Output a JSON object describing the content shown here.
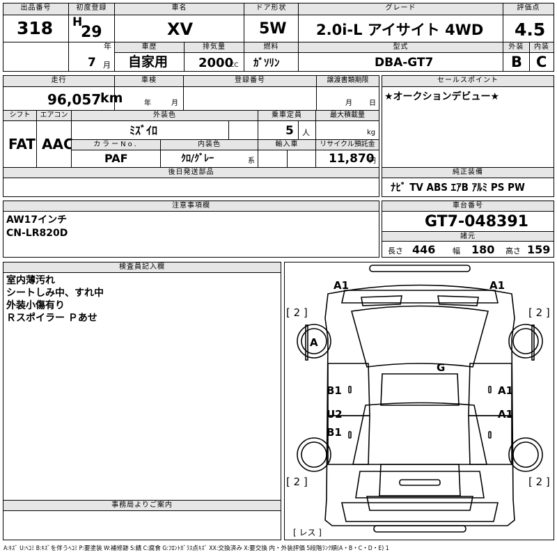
{
  "labels": {
    "lot_no": "出品番号",
    "first_reg": "初度登録",
    "car_name": "車名",
    "door": "ドア形状",
    "grade": "グレード",
    "score": "評価点",
    "history": "車歴",
    "displacement": "排気量",
    "fuel": "燃料",
    "model_code": "型式",
    "exterior": "外装",
    "interior": "内装",
    "mileage": "走行",
    "inspection": "車検",
    "reg_no": "登録番号",
    "transfer_deadline": "譲渡書類期限",
    "sales_point": "セールスポイント",
    "shift": "シフト",
    "aircon": "エアコン",
    "ext_color": "外装色",
    "capacity": "乗車定員",
    "max_load": "最大積載量",
    "color_no": "カラーNo.",
    "int_color": "内装色",
    "import": "輸入車",
    "recycle": "リサイクル預託金",
    "later_parts": "後日発送部品",
    "genuine": "純正装備",
    "notes": "注意事項欄",
    "chassis_no": "車台番号",
    "specs": "諸元",
    "inspector": "検査員記入欄",
    "office": "事務局よりご案内"
  },
  "units": {
    "era_h": "H",
    "year": "年",
    "month": "月",
    "cc": "CC",
    "km": "km",
    "person": "人",
    "kg": "kg",
    "yen": "円",
    "year2": "年",
    "month2": "月",
    "day": "日",
    "series": "系",
    "length": "長さ",
    "width": "幅",
    "height": "高さ"
  },
  "vehicle": {
    "lot_no": "318",
    "year": "29",
    "month": "7",
    "car_name": "XV",
    "door": "5W",
    "grade": "2.0i-L アイサイト 4WD",
    "score": "4.5",
    "history": "自家用",
    "displacement": "2000",
    "fuel": "ｶﾞｿﾘﾝ",
    "model_code": "DBA-GT7",
    "exterior_grade": "B",
    "interior_grade": "C",
    "mileage": "96,057",
    "shift": "FAT",
    "aircon": "AAC",
    "ext_color": "ﾐｽﾞｲﾛ",
    "capacity": "5",
    "color_no": "PAF",
    "int_color": "ｸﾛ/ｸﾞﾚｰ",
    "recycle": "11,870",
    "sales_point": "★オークションデビュー★",
    "genuine": "ﾅﾋﾞ  TV  ABS ｴｱB ｱﾙﾐ PS PW",
    "chassis_no": "GT7-048391",
    "length": "446",
    "width": "180",
    "height": "159"
  },
  "notes": [
    "AW17インチ",
    "CN-LR820D"
  ],
  "inspector_notes": [
    "室内薄汚れ",
    "シートしみ中、すれ中",
    "外装小傷有り",
    "Ｒスポイラー Ｐあせ"
  ],
  "diagram": {
    "marks": [
      "A1",
      "A1",
      "A",
      "G",
      "B1",
      "A1",
      "U2",
      "A1",
      "B1"
    ],
    "tire_2": "[ 2 ]",
    "less": "[ レス ]"
  },
  "legend": "A:ｷｽﾞ U:ﾍｺﾐ B:ｷｽﾞを伴うﾍｺﾐ P:要塗装 W:補修跡 S:錆 C:腐食 G:ﾌﾛﾝﾄｶﾞﾗｽ点ｷｽﾞ XX:交換済み X:要交換  内・外装評価  5段階ﾗﾝｸ順(A・B・C・D・E) 1"
}
